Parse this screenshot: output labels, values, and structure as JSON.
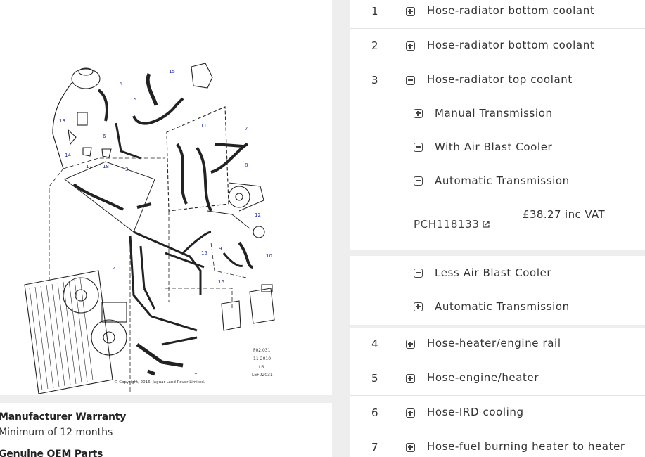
{
  "diagram": {
    "callouts": [
      "1",
      "2",
      "3",
      "4",
      "5",
      "6",
      "7",
      "8",
      "9",
      "10",
      "11",
      "12",
      "13",
      "14",
      "15",
      "15",
      "16",
      "17",
      "18"
    ],
    "stamp": [
      "F02.031",
      "11-2010",
      "L6",
      "L6F02031"
    ],
    "copyright": "© Copyright, 2016. Jaguar Land Rover Limited."
  },
  "info": {
    "warranty_title": "Manufacturer Warranty",
    "warranty_text": "Minimum of 12 months",
    "oem_title": "Genuine OEM Parts"
  },
  "parts": [
    {
      "num": "1",
      "label": "Hose-radiator bottom coolant",
      "toggle": "plus"
    },
    {
      "num": "2",
      "label": "Hose-radiator bottom coolant",
      "toggle": "plus"
    },
    {
      "num": "3",
      "label": "Hose-radiator top coolant",
      "toggle": "minus"
    },
    {
      "num": "4",
      "label": "Hose-heater/engine rail",
      "toggle": "plus"
    },
    {
      "num": "5",
      "label": "Hose-engine/heater",
      "toggle": "plus"
    },
    {
      "num": "6",
      "label": "Hose-IRD cooling",
      "toggle": "plus"
    },
    {
      "num": "7",
      "label": "Hose-fuel burning heater to heater",
      "toggle": "plus"
    }
  ],
  "sub3": {
    "manual": "Manual Transmission",
    "with_abc": "With Air Blast Cooler",
    "auto": "Automatic Transmission",
    "part_number": "PCH118133",
    "price": "£38.27 inc VAT",
    "less_abc": "Less Air Blast Cooler",
    "auto2": "Automatic Transmission"
  },
  "colors": {
    "callout": "#1a2a9a",
    "line": "#222222",
    "divider": "#e4e4e4"
  }
}
